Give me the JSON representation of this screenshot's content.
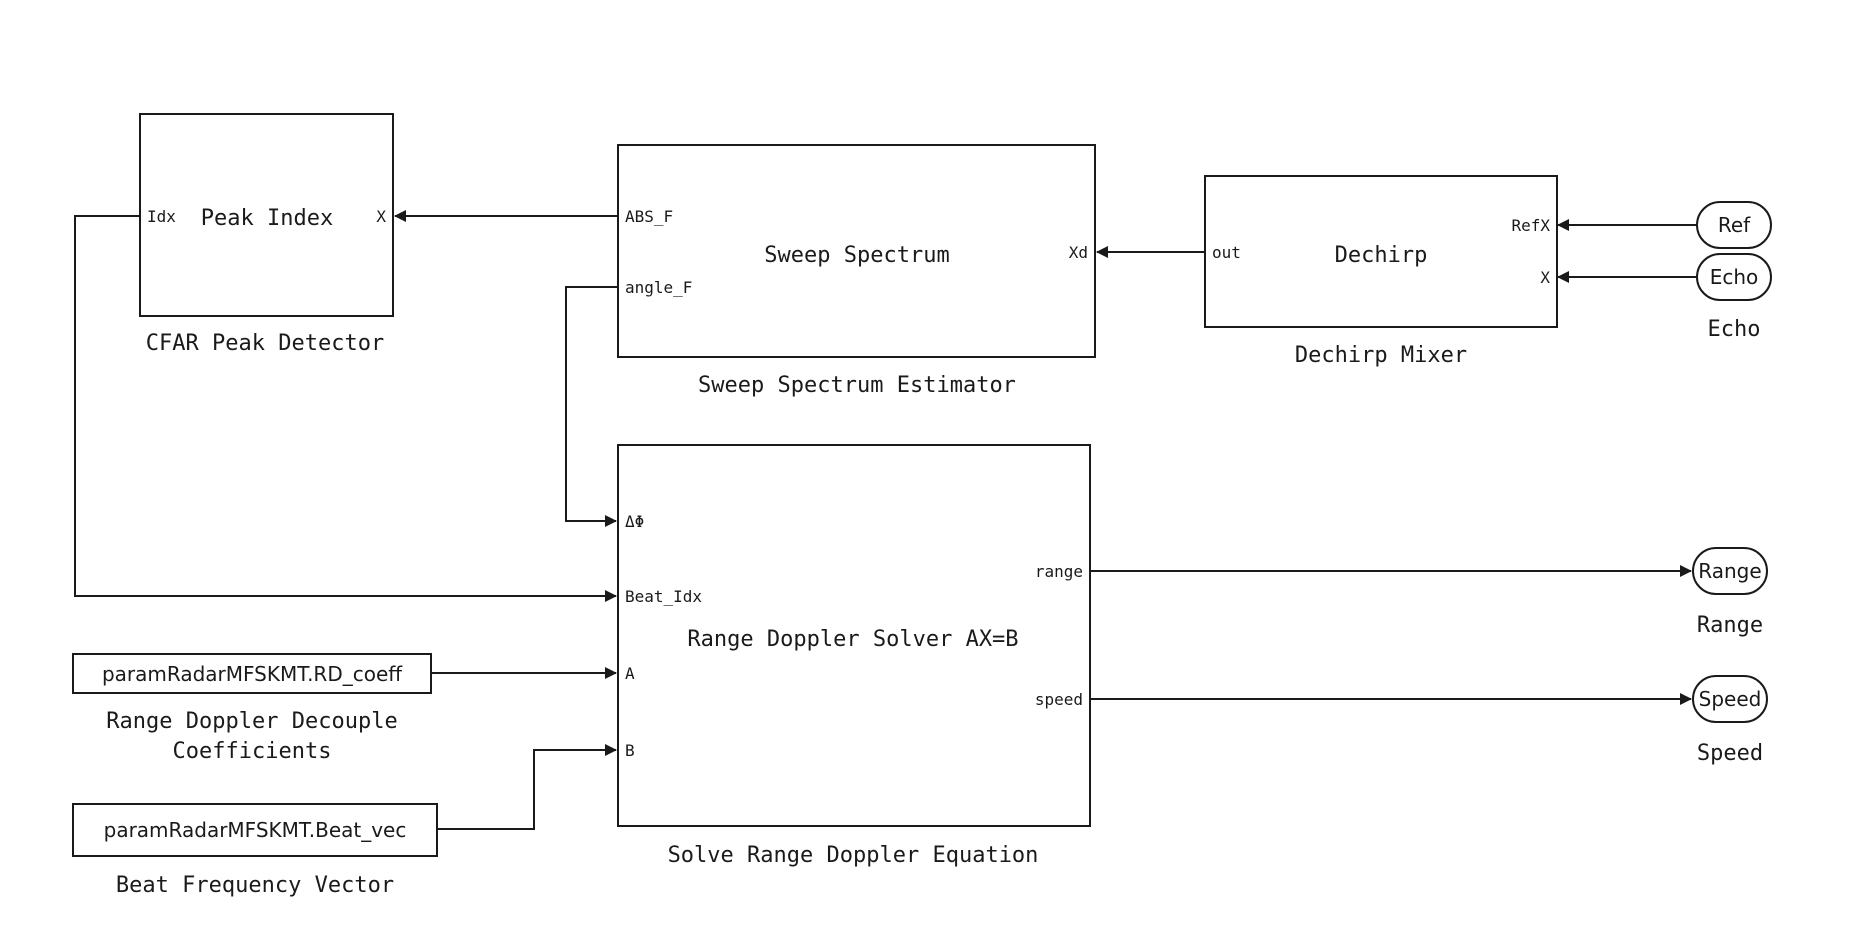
{
  "blocks": {
    "peak_index": {
      "title": "Peak Index",
      "port_idx": "Idx",
      "port_x": "X",
      "caption": "CFAR Peak Detector"
    },
    "sweep_spectrum": {
      "title": "Sweep Spectrum",
      "port_abs": "ABS_F",
      "port_angle": "angle_F",
      "port_xd": "Xd",
      "caption": "Sweep Spectrum Estimator"
    },
    "dechirp": {
      "title": "Dechirp",
      "port_out": "out",
      "port_refx": "RefX",
      "port_x": "X",
      "caption": "Dechirp Mixer"
    },
    "solver": {
      "title": "Range Doppler Solver AX=B",
      "port_dphi": "ΔΦ",
      "port_beat": "Beat_Idx",
      "port_a": "A",
      "port_b": "B",
      "port_range": "range",
      "port_speed": "speed",
      "caption": "Solve Range Doppler Equation"
    }
  },
  "constants": {
    "rd_coeff": {
      "value": "paramRadarMFSKMT.RD_coeff",
      "caption_line1": "Range Doppler Decouple",
      "caption_line2": "Coefficients"
    },
    "beat_vec": {
      "value": "paramRadarMFSKMT.Beat_vec",
      "caption": "Beat Frequency Vector"
    }
  },
  "io": {
    "ref": {
      "label": "Ref"
    },
    "echo": {
      "label": "Echo",
      "caption": "Echo"
    },
    "range": {
      "label": "Range",
      "caption": "Range"
    },
    "speed": {
      "label": "Speed",
      "caption": "Speed"
    }
  }
}
